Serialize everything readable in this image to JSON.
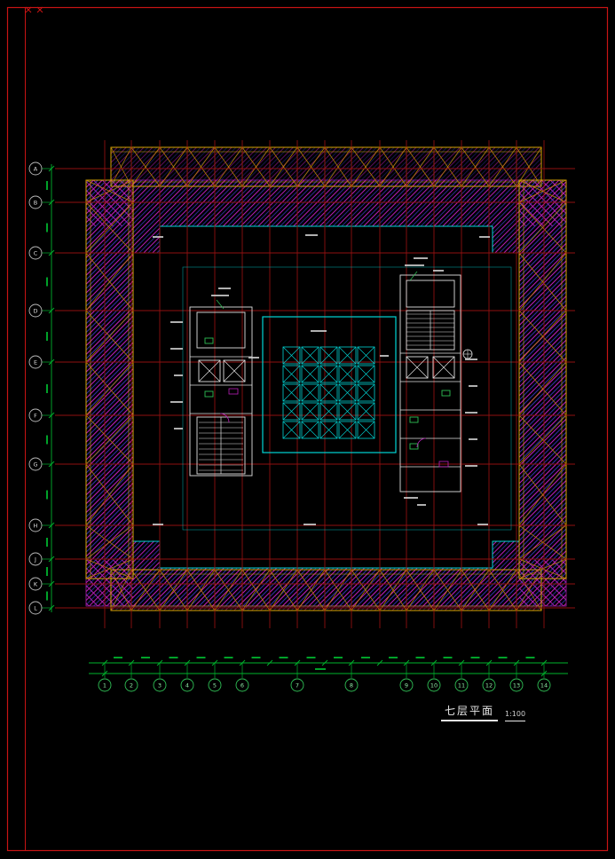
{
  "drawing": {
    "title": "七层平面",
    "scale": "1:100"
  },
  "grid": {
    "bottom_bubbles": [
      "1",
      "2",
      "3",
      "4",
      "5",
      "6",
      "7",
      "8",
      "9",
      "10",
      "11",
      "12",
      "13",
      "14"
    ],
    "left_bubbles": [
      "A",
      "B",
      "C",
      "D",
      "E",
      "F",
      "G",
      "H",
      "J",
      "K",
      "L"
    ]
  },
  "colors": {
    "background": "#000000",
    "frame_red": "#c81414",
    "grid_red": "#8f1010",
    "truss_yellow": "#d7a400",
    "truss_brace": "#c28400",
    "hatch_magenta": "#b81fb8",
    "hatch_blue": "#3c3ccf",
    "skylight_cyan": "#00d4d4",
    "dimension_green": "#00b32d",
    "bubble_green": "#2fbf55",
    "detail_white": "#e0e0e0"
  }
}
